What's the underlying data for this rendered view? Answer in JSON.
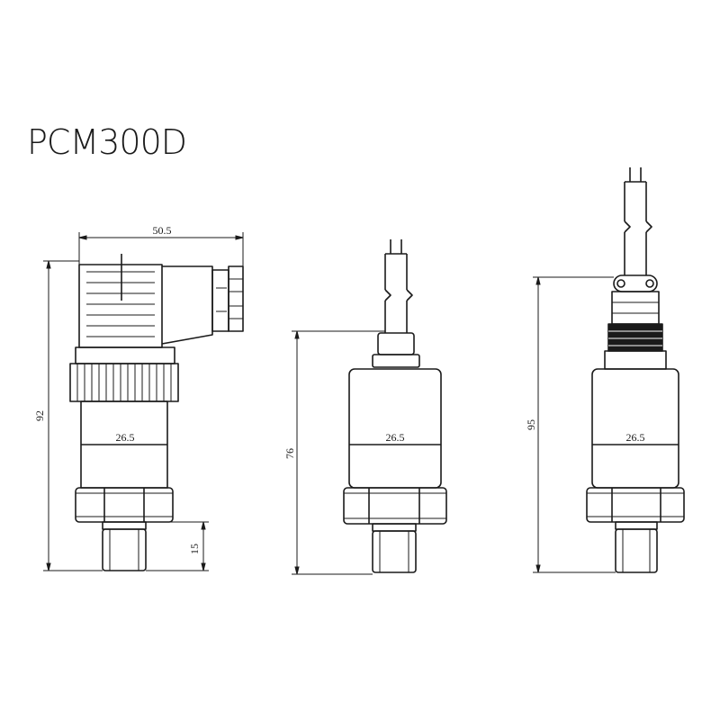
{
  "title": "PCM300D",
  "views": [
    {
      "name": "din-connector-view",
      "dimensions": {
        "width": "50.5",
        "height": "92",
        "diameter": "26.5",
        "thread": "15"
      }
    },
    {
      "name": "cable-gland-view",
      "dimensions": {
        "height": "76",
        "diameter": "26.5"
      }
    },
    {
      "name": "aviation-plug-view",
      "dimensions": {
        "height": "95",
        "diameter": "26.5"
      }
    }
  ]
}
